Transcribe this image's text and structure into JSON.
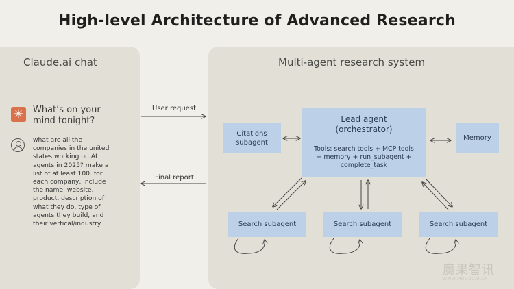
{
  "title": "High-level Architecture of Advanced Research",
  "left_panel": {
    "title": "Claude.ai chat",
    "prompt_heading": "What’s on your mind tonight?",
    "user_query": "what are all the companies in the united states working on AI agents in 2025? make a list of at least 100. for each company, include the name, website, product, description of what they do, type of agents they build, and their vertical/industry."
  },
  "edges": {
    "user_request": "User request",
    "final_report": "Final report"
  },
  "right_panel": {
    "title": "Multi-agent research system",
    "lead_agent": {
      "title_line1": "Lead agent",
      "title_line2": "(orchestrator)",
      "tools_line1": "Tools: search tools + MCP tools",
      "tools_line2": "+ memory + run_subagent +",
      "tools_line3": "complete_task"
    },
    "citations": {
      "line1": "Citations",
      "line2": "subagent"
    },
    "memory": "Memory",
    "subagents": [
      "Search subagent",
      "Search subagent",
      "Search subagent"
    ]
  },
  "watermark": {
    "main": "魔果智讯",
    "sub": "WWW.MOGUOAI.CN"
  },
  "colors": {
    "background": "#f0efea",
    "panel": "#e2e0d6",
    "box": "#bcd1e8",
    "claude_icon": "#d9714a"
  },
  "icons": {
    "claude": "claude-asterisk-icon",
    "user": "user-avatar-icon"
  }
}
